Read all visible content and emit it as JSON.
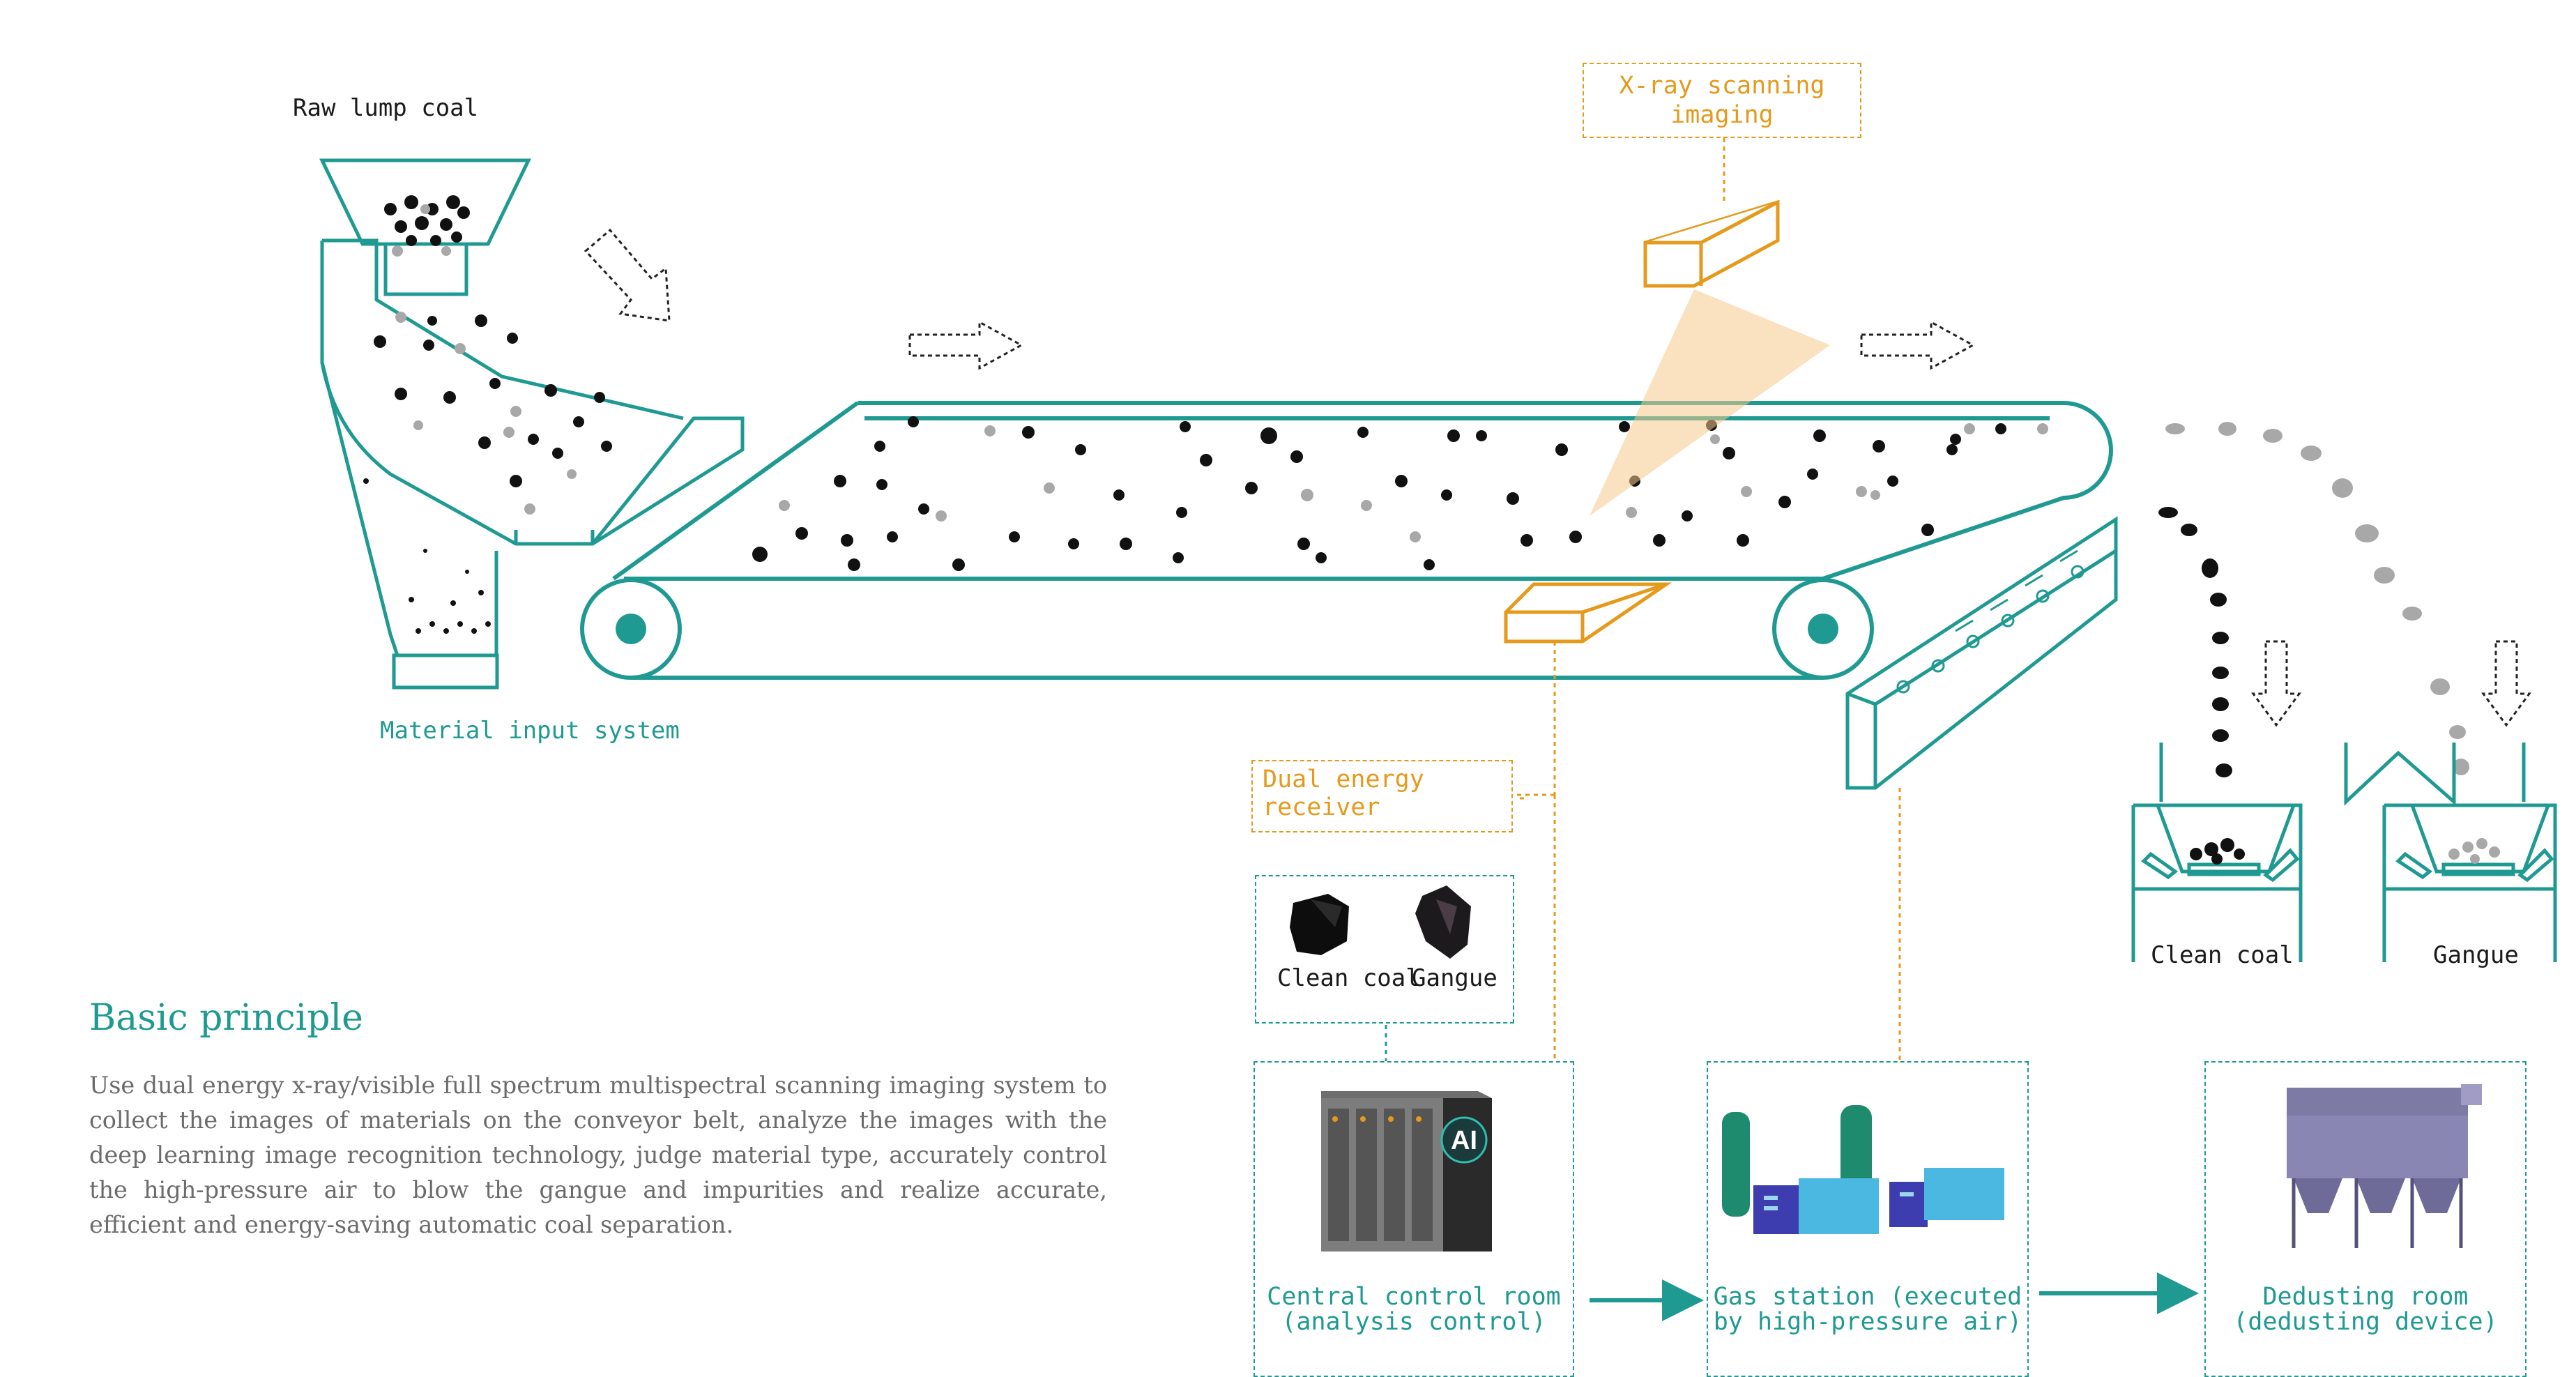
{
  "labels": {
    "raw_coal": "Raw lump coal",
    "material_input": "Material input system",
    "xray": "X-ray scanning imaging",
    "dual_energy": "Dual energy receiver",
    "sample_clean": "Clean coal",
    "sample_gangue": "Gangue",
    "bin_clean": "Clean coal",
    "bin_gangue": "Gangue"
  },
  "principle": {
    "title": "Basic principle",
    "body": "Use dual energy x-ray/visible full spectrum multispectral scanning imaging system to collect the images of materials on the conveyor belt, analyze the images with the deep learning image recognition technology, judge material type, accurately control the high-pressure air to blow the gangue and impurities and realize accurate, efficient and energy-saving automatic coal separation."
  },
  "stations": [
    {
      "label": "Central control room (analysis control)",
      "badge": "AI"
    },
    {
      "label": "Gas station (executed by high-pressure air)"
    },
    {
      "label": "Dedusting room (dedusting device)"
    }
  ],
  "colors": {
    "teal": "#1f9a92",
    "orange": "#e59a1c",
    "coal": "#111111",
    "gangue": "#a8a8a8"
  }
}
